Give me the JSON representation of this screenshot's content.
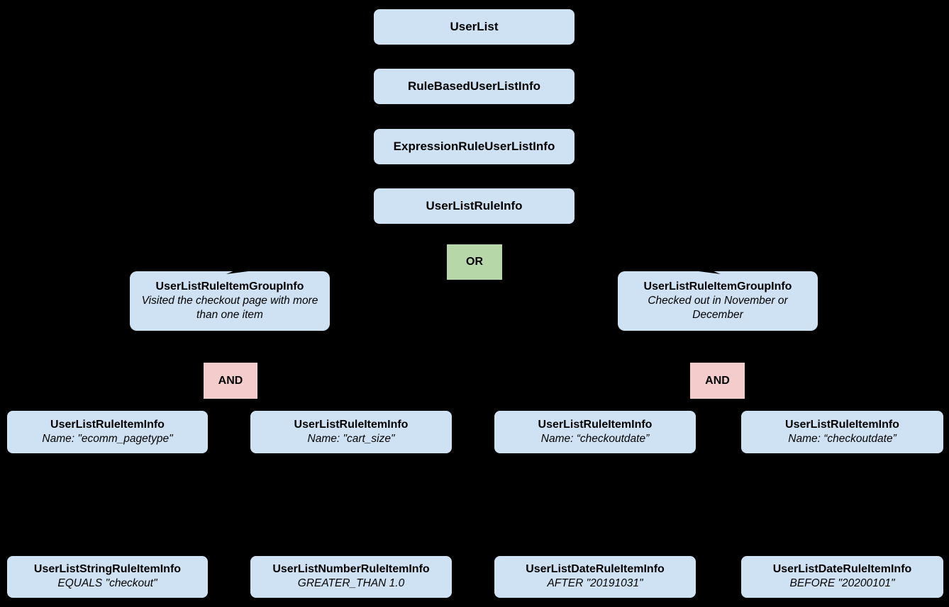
{
  "diagram": {
    "background_color": "#000000",
    "node_fill_color": "#cfe2f3",
    "or_fill_color": "#b6d7a8",
    "and_fill_color": "#f4cccc",
    "text_color": "#000000",
    "chain": [
      {
        "label": "UserList"
      },
      {
        "label": "RuleBasedUserListInfo"
      },
      {
        "label": "ExpressionRuleUserListInfo"
      },
      {
        "label": "UserListRuleInfo"
      }
    ],
    "or_operator": {
      "label": "OR"
    },
    "groups": [
      {
        "title": "UserListRuleItemGroupInfo",
        "description": "Visited the checkout page with more than one item",
        "operator": "AND"
      },
      {
        "title": "UserListRuleItemGroupInfo",
        "description": "Checked out in November or December",
        "operator": "AND"
      }
    ],
    "rule_items": [
      {
        "title": "UserListRuleItemInfo",
        "subtitle": "Name: \"ecomm_pagetype\""
      },
      {
        "title": "UserListRuleItemInfo",
        "subtitle": "Name: \"cart_size\""
      },
      {
        "title": "UserListRuleItemInfo",
        "subtitle": "Name: “checkoutdate”"
      },
      {
        "title": "UserListRuleItemInfo",
        "subtitle": "Name: “checkoutdate”"
      }
    ],
    "leaf_items": [
      {
        "title": "UserListStringRuleItemInfo",
        "subtitle": "EQUALS \"checkout\""
      },
      {
        "title": "UserListNumberRuleItemInfo",
        "subtitle": "GREATER_THAN 1.0"
      },
      {
        "title": "UserListDateRuleItemInfo",
        "subtitle": "AFTER \"20191031\""
      },
      {
        "title": "UserListDateRuleItemInfo",
        "subtitle": "BEFORE \"20200101\""
      }
    ]
  }
}
